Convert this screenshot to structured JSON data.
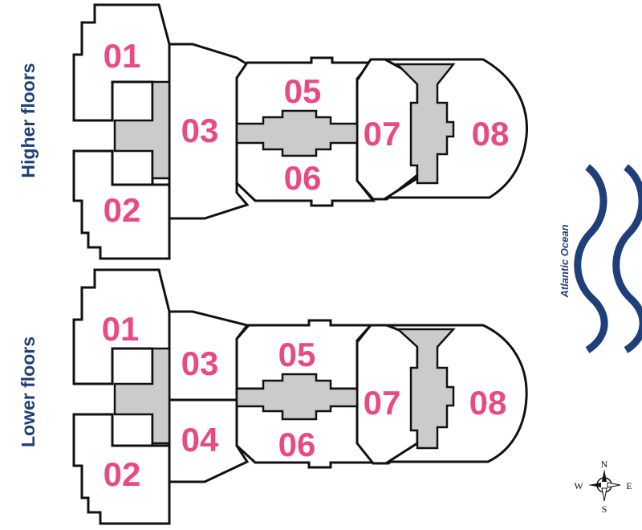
{
  "colors": {
    "unit_label": "#ea4a83",
    "floor_label": "#1f3f78",
    "ocean": "#1f3f78",
    "core": "#cbcbcb",
    "outline": "#111111"
  },
  "floors": [
    {
      "id": "higher",
      "label": "Higher floors",
      "units": [
        "01",
        "02",
        "03",
        "05",
        "06",
        "07",
        "08"
      ]
    },
    {
      "id": "lower",
      "label": "Lower floors",
      "units": [
        "01",
        "02",
        "03",
        "04",
        "05",
        "06",
        "07",
        "08"
      ]
    }
  ],
  "ocean": {
    "label": "Atlantic Ocean",
    "icon": "wave-icon"
  },
  "compass": {
    "icon": "compass-rose-icon",
    "north": "N",
    "south": "S",
    "east": "E",
    "west": "W"
  }
}
